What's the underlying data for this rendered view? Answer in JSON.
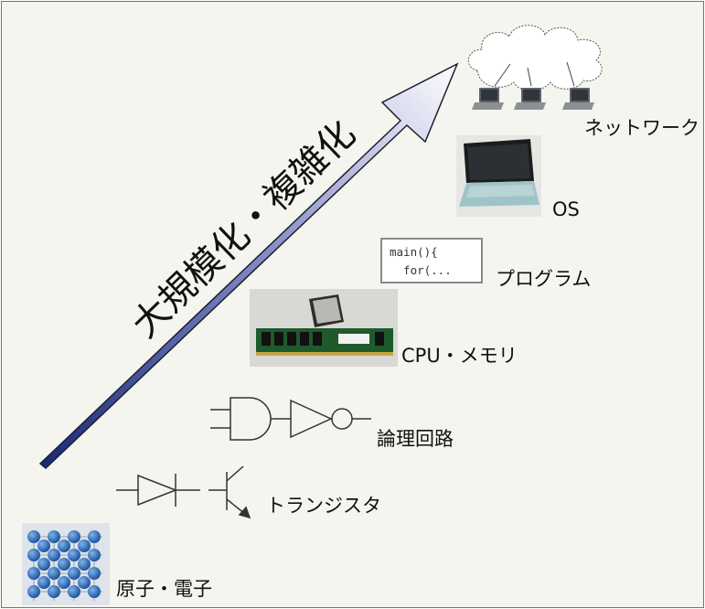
{
  "headline": "大規模化・複雑化",
  "levels": {
    "network": "ネットワーク",
    "os": "OS",
    "program": "プログラム",
    "cpu_memory": "CPU・メモリ",
    "logic_circuit": "論理回路",
    "transistor": "トランジスタ",
    "atom_electron": "原子・電子"
  },
  "code_snippet": {
    "line1": "main(){",
    "line2": "  for(..."
  },
  "colors": {
    "border": "#3a9a4a",
    "background": "#f4f5ee",
    "arrow_dark": "#1a2a78",
    "arrow_light": "#ffffff",
    "atom": "#1f5fb0"
  },
  "icons": [
    "cloud-icon",
    "laptop-icon",
    "photo-laptop",
    "photo-cpu-memory",
    "and-gate-icon",
    "not-gate-icon",
    "diode-icon",
    "transistor-icon",
    "crystal-lattice-icon"
  ]
}
